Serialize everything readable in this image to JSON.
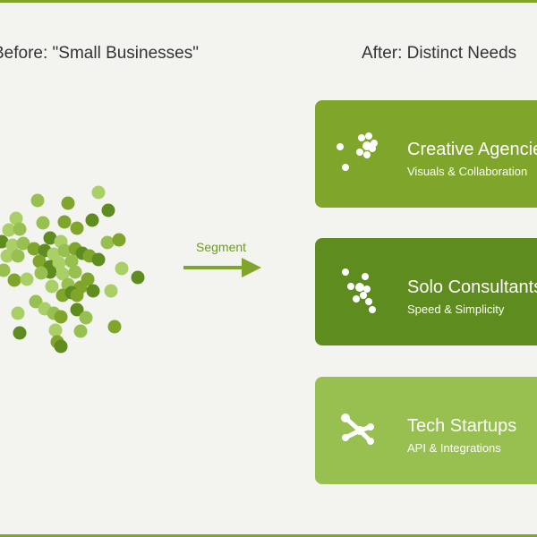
{
  "headings": {
    "before": "Before: \"Small Businesses\"",
    "after": "After: Distinct Needs"
  },
  "arrow": {
    "label": "Segment"
  },
  "segments": [
    {
      "title": "Creative Agencies",
      "subtitle": "Visuals & Collaboration",
      "color": "#7fa52b",
      "icon": "scatter-dots-icon"
    },
    {
      "title": "Solo Consultants",
      "subtitle": "Speed & Simplicity",
      "color": "#5f8c1e",
      "icon": "scatter-dots-icon"
    },
    {
      "title": "Tech Startups",
      "subtitle": "API & Integrations",
      "color": "#97c050",
      "icon": "connected-nodes-icon"
    }
  ],
  "colors": {
    "dot_palette": [
      "#5f8c1e",
      "#7fa52b",
      "#97c050",
      "#a9cf66"
    ],
    "frame": "#7fa52b",
    "arrow": "#7fa52b"
  }
}
